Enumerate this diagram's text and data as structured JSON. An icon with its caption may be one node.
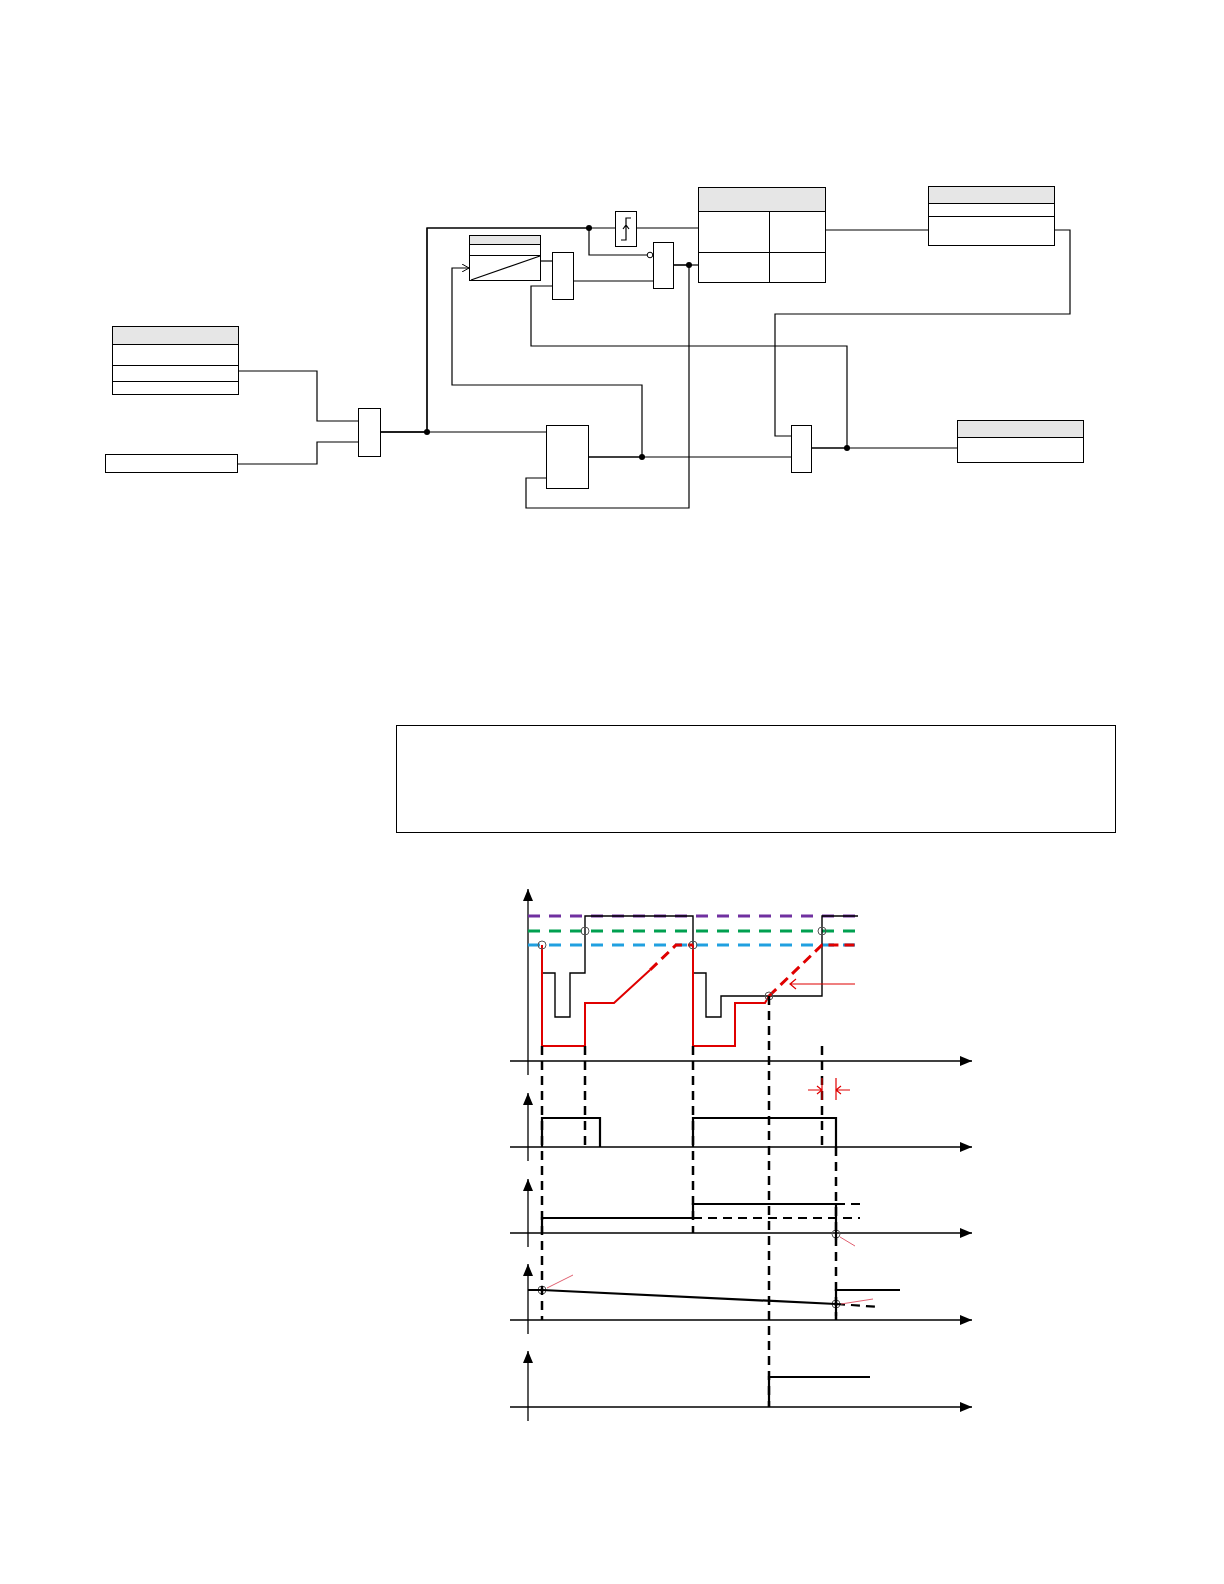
{
  "diagram": {
    "nodes": [
      {
        "text": [],
        "shape": "box"
      },
      {
        "text": [],
        "shape": "box"
      },
      {
        "text": [],
        "shape": "box"
      },
      {
        "text": [],
        "shape": "box"
      },
      {
        "text": [],
        "shape": "box"
      },
      {
        "text": [],
        "shape": "box"
      },
      {
        "text": [],
        "shape": "box"
      },
      {
        "text": [],
        "shape": "box"
      },
      {
        "text": [],
        "shape": "box"
      },
      {
        "text": [],
        "shape": "box"
      },
      {
        "text": [],
        "shape": "box"
      },
      {
        "text": [],
        "shape": "box"
      },
      {
        "text": [],
        "shape": "box"
      }
    ],
    "edges": [
      {
        "from": 0,
        "to": 2,
        "arrow": "none"
      },
      {
        "from": 1,
        "to": 2,
        "arrow": "none"
      },
      {
        "from": 2,
        "to": 9,
        "arrow": "none"
      },
      {
        "from": 2,
        "to": 5,
        "arrow": "none"
      },
      {
        "from": 2,
        "to": 6,
        "arrow": "other"
      },
      {
        "from": 5,
        "to": 7,
        "arrow": "none"
      },
      {
        "from": 3,
        "to": 4,
        "arrow": "none"
      },
      {
        "from": 4,
        "to": 6,
        "arrow": "none"
      },
      {
        "from": 6,
        "to": 7,
        "arrow": "none"
      },
      {
        "from": 6,
        "to": 9,
        "arrow": "none"
      },
      {
        "from": 9,
        "to": 3,
        "arrow": "to"
      },
      {
        "from": 9,
        "to": 10,
        "arrow": "none"
      },
      {
        "from": 7,
        "to": 8,
        "arrow": "none"
      },
      {
        "from": 8,
        "to": 10,
        "arrow": "none"
      },
      {
        "from": 10,
        "to": 11,
        "arrow": "none"
      },
      {
        "from": 10,
        "to": 4,
        "arrow": "none"
      }
    ]
  }
}
